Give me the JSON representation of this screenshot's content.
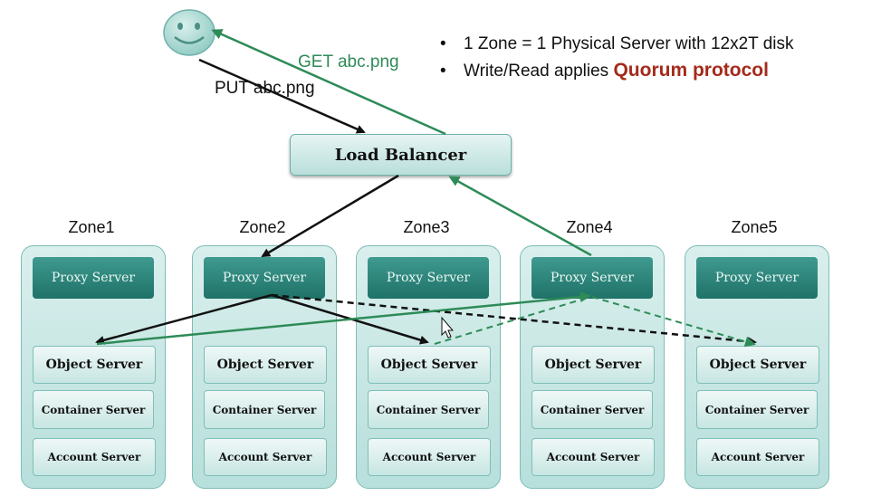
{
  "bullets": [
    "1 Zone = 1 Physical Server with 12x2T disk",
    "Write/Read applies "
  ],
  "quorum_text": "Quorum protocol",
  "bullet_glyph": "•",
  "get_label": "GET abc.png",
  "put_label": "PUT abc.png",
  "load_balancer": "Load Balancer",
  "user_icon": "smiley-user-icon",
  "zones": [
    {
      "label": "Zone1",
      "proxy": "Proxy Server",
      "object": "Object Server",
      "container": "Container Server",
      "account": "Account Server"
    },
    {
      "label": "Zone2",
      "proxy": "Proxy Server",
      "object": "Object Server",
      "container": "Container Server",
      "account": "Account Server"
    },
    {
      "label": "Zone3",
      "proxy": "Proxy Server",
      "object": "Object Server",
      "container": "Container Server",
      "account": "Account Server"
    },
    {
      "label": "Zone4",
      "proxy": "Proxy Server",
      "object": "Object Server",
      "container": "Container Server",
      "account": "Account Server"
    },
    {
      "label": "Zone5",
      "proxy": "Proxy Server",
      "object": "Object Server",
      "container": "Container Server",
      "account": "Account Server"
    }
  ],
  "colors": {
    "write_path": "#111111",
    "read_path": "#2e8b57",
    "quorum": "#a52a1a",
    "proxy_fill": "#2b8277",
    "zone_fill": "#c8e7e3"
  }
}
